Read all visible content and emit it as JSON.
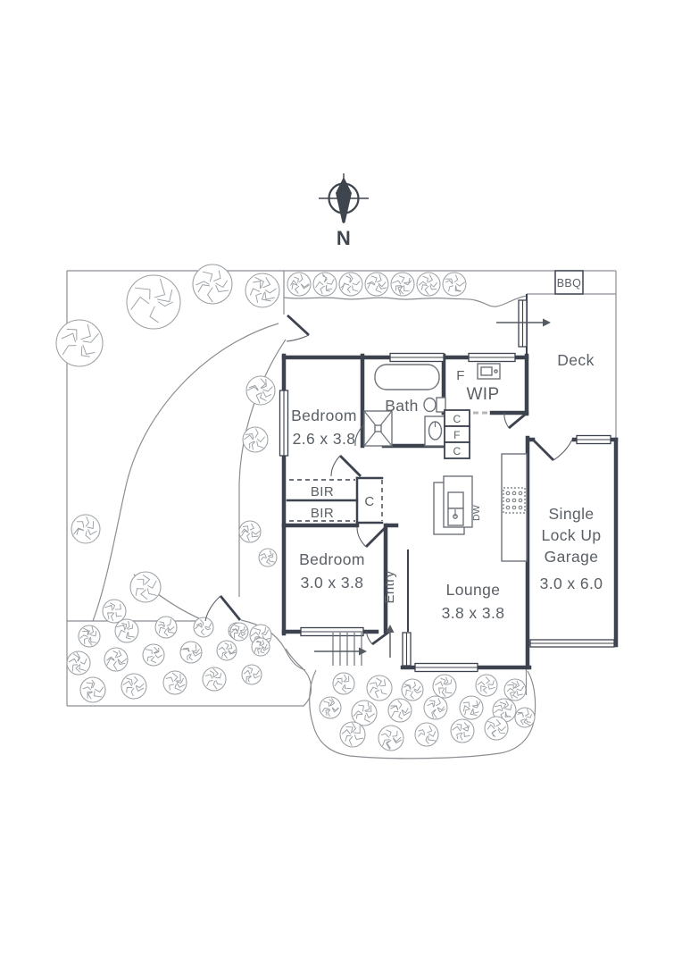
{
  "compass": {
    "north_label": "N"
  },
  "site": {
    "bbq_label": "BBQ",
    "deck_label": "Deck"
  },
  "rooms": {
    "bedroom1": {
      "name": "Bedroom",
      "dims": "2.6 x 3.8"
    },
    "bedroom2": {
      "name": "Bedroom",
      "dims": "3.0 x 3.8"
    },
    "bath": {
      "name": "Bath"
    },
    "wip": {
      "name": "WIP"
    },
    "lounge": {
      "name": "Lounge",
      "dims": "3.8 x 3.8"
    },
    "garage": {
      "line1": "Single",
      "line2": "Lock Up",
      "line3": "Garage",
      "dims": "3.0 x 6.0"
    },
    "entry": {
      "name": "Entry"
    }
  },
  "storage": {
    "bir1": "BIR",
    "bir2": "BIR",
    "hall_cupboard": "C",
    "cupboard_top": "C",
    "fridge_nook": "F",
    "cupboard_bottom": "C",
    "wip_fridge": "F"
  },
  "appliances": {
    "dishwasher": "DW"
  },
  "colors": {
    "wall": "#3d434e",
    "text": "#5a6066",
    "site_line": "#8a8e92",
    "tree": "#9ba0a4"
  }
}
